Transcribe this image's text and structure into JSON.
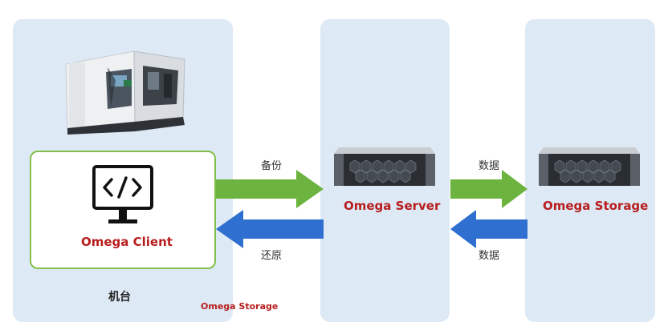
{
  "nodes": {
    "machine": {
      "label": "机台"
    },
    "client": {
      "label": "Omega Client",
      "icon": "code-monitor-icon"
    },
    "server": {
      "label": "Omega Server",
      "icon": "rack-server-icon"
    },
    "storage": {
      "label": "Omega Storage",
      "icon": "rack-server-icon"
    }
  },
  "watermark": "Omega Storage",
  "edges": [
    {
      "from": "client",
      "to": "server",
      "label": "备份",
      "color": "#6cb33f"
    },
    {
      "from": "server",
      "to": "client",
      "label": "还原",
      "color": "#2f6fd0"
    },
    {
      "from": "server",
      "to": "storage",
      "label": "数据",
      "color": "#6cb33f"
    },
    {
      "from": "storage",
      "to": "server",
      "label": "数据",
      "color": "#2f6fd0"
    }
  ],
  "colors": {
    "panel": "#dde9f5",
    "label_red": "#b81d1d",
    "client_border": "#82c04a"
  }
}
